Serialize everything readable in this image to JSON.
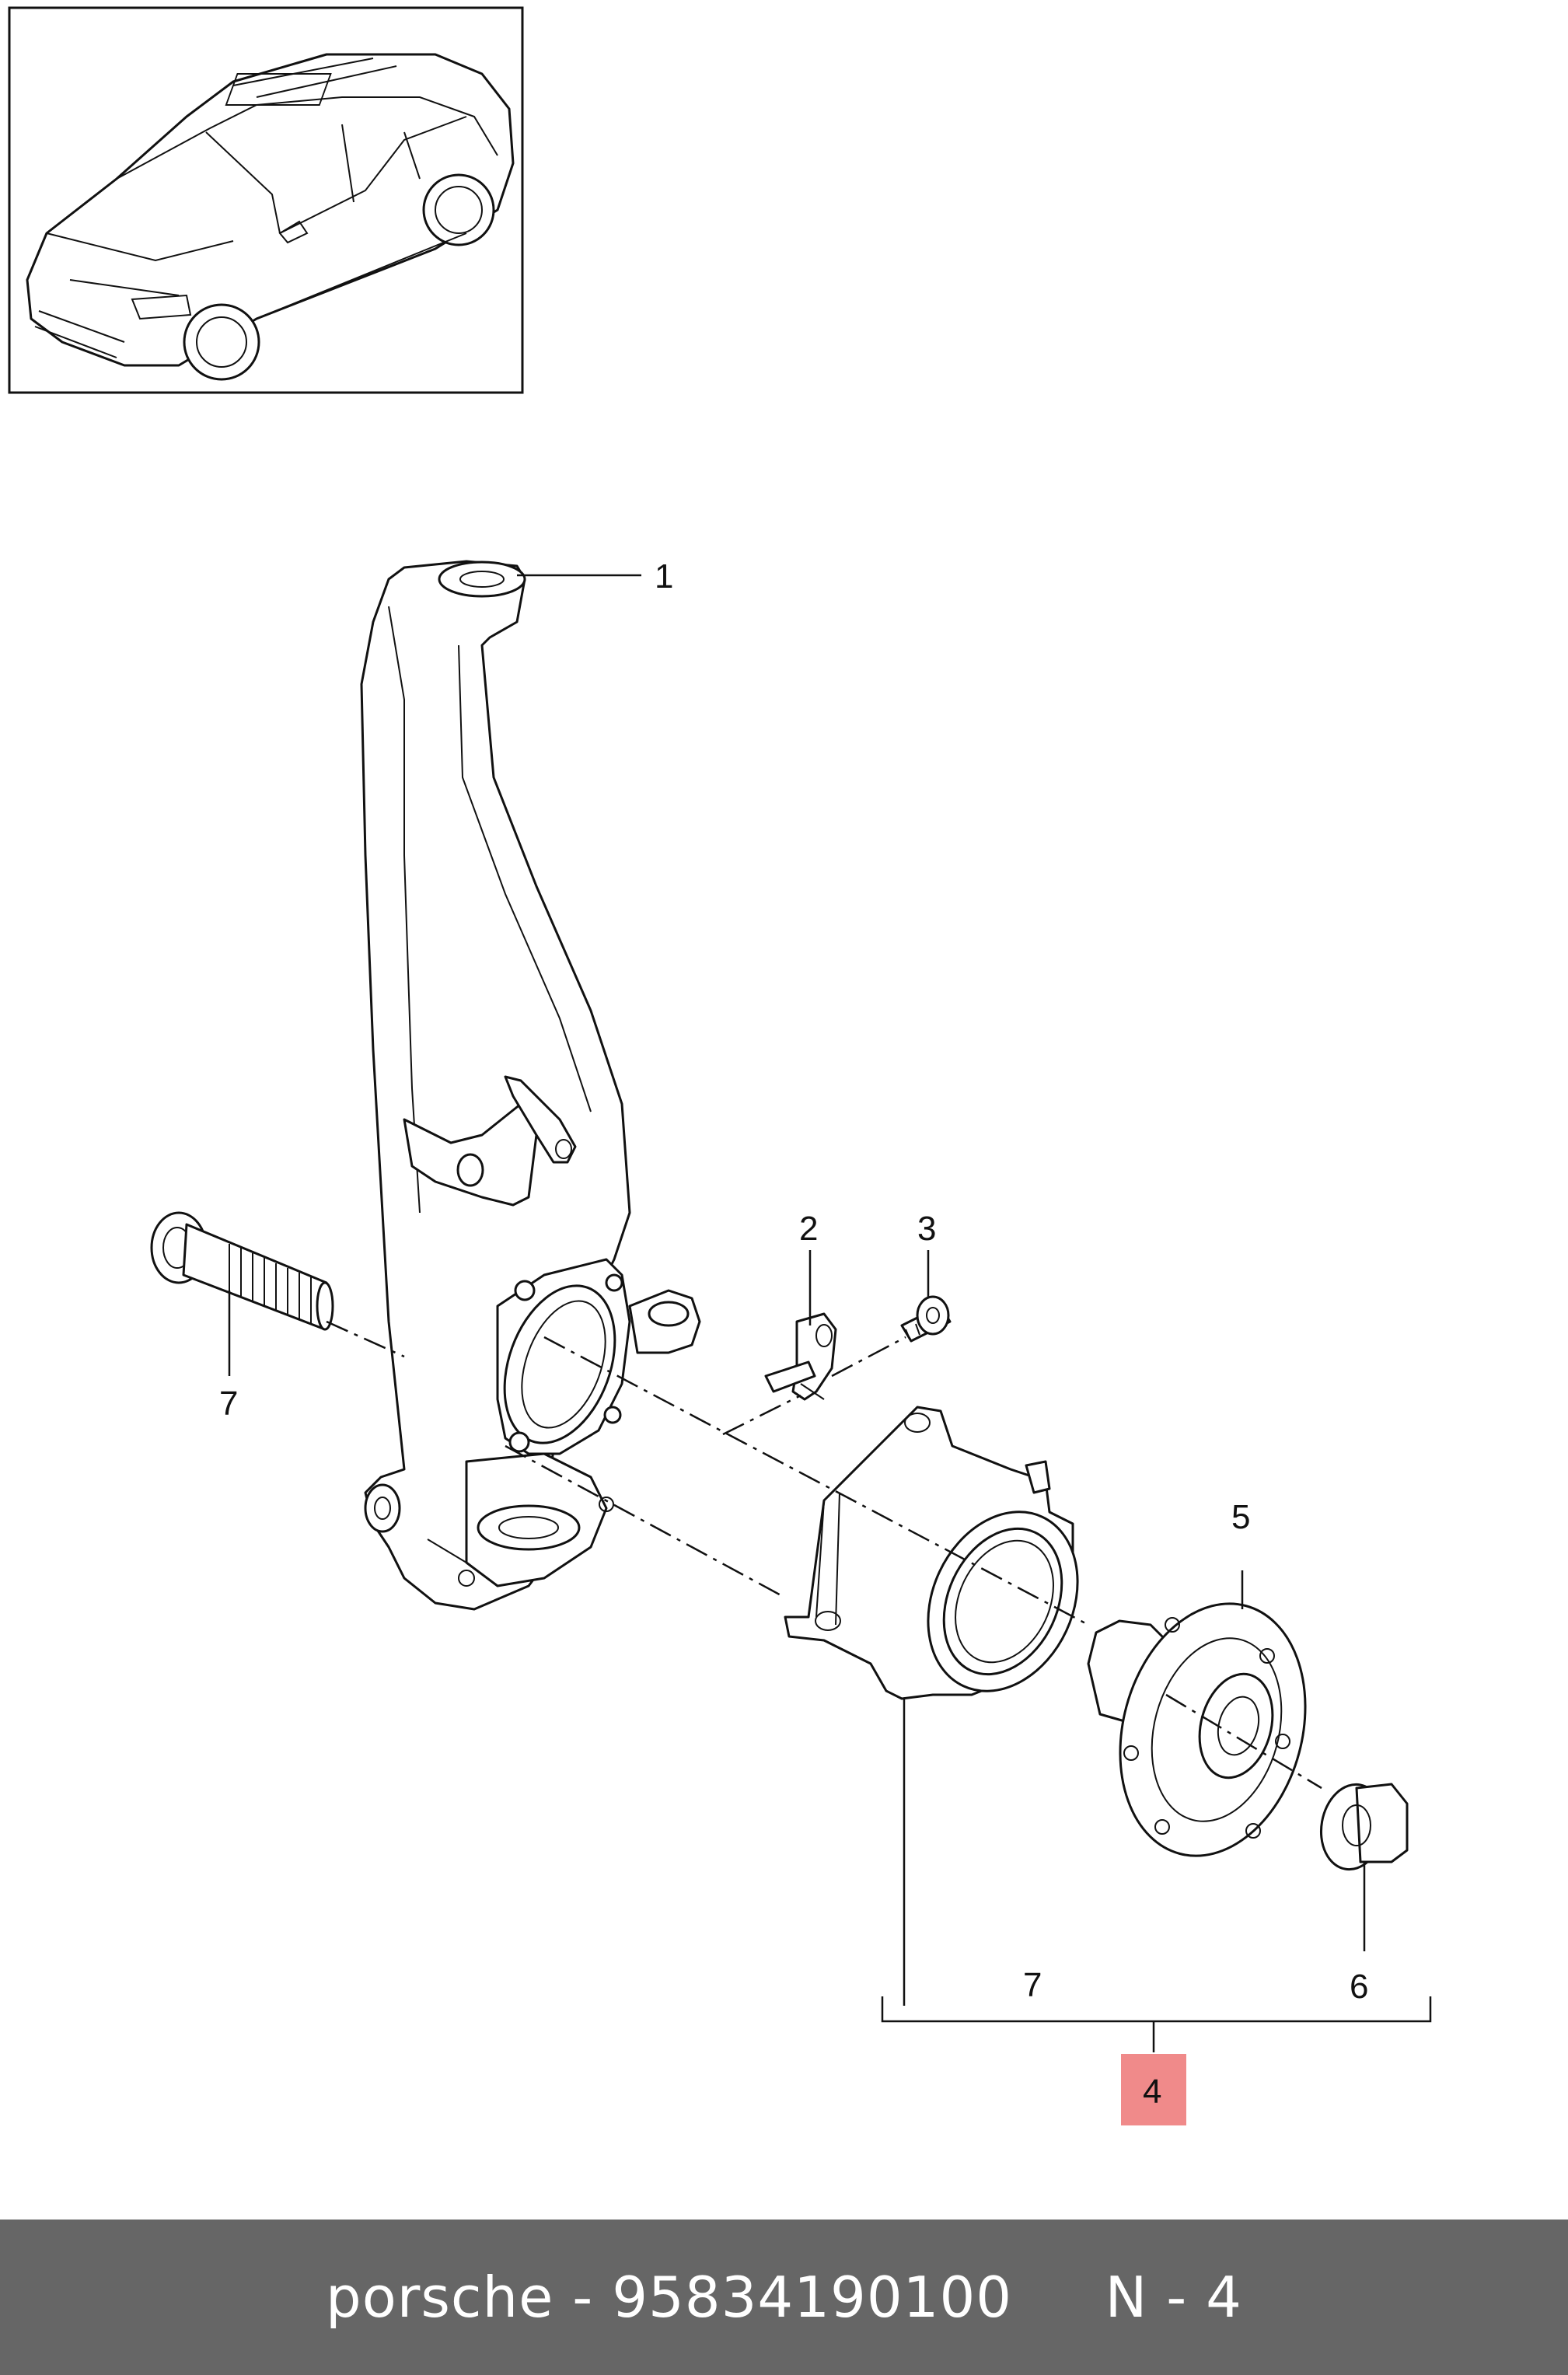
{
  "callouts": {
    "c1": "1",
    "c2": "2",
    "c3": "3",
    "c4": "4",
    "c5": "5",
    "c6": "6",
    "c7_bolt": "7",
    "c7_group": "7"
  },
  "highlight_color": "#f08a8a",
  "footer": {
    "brand": "porsche",
    "separator": " - ",
    "part_number": "95834190100",
    "gap": "     ",
    "position": "N - 4"
  }
}
